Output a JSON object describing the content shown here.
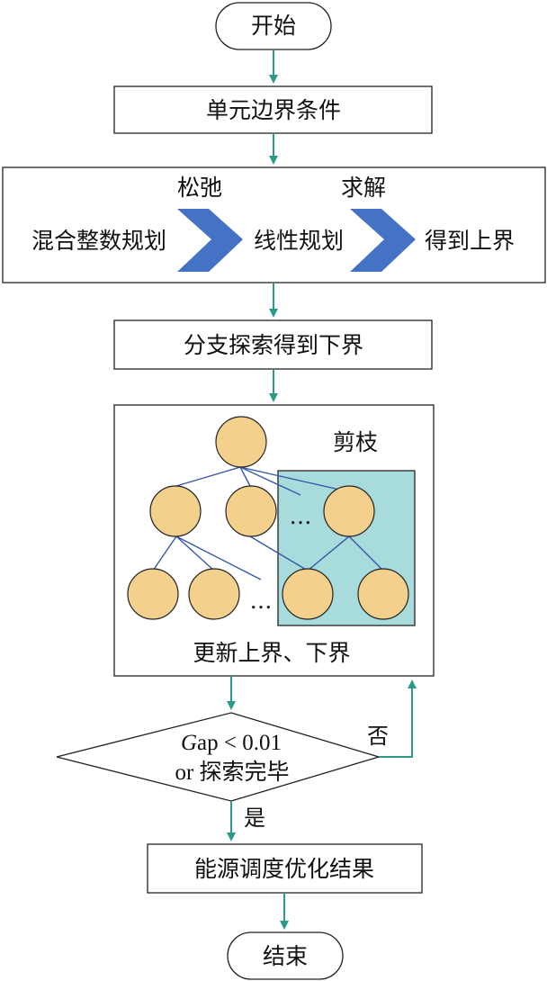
{
  "start": "开始",
  "boundary_conditions": "单元边界条件",
  "relax_label": "松弛",
  "solve_label": "求解",
  "milp": "混合整数规划",
  "lp": "线性规划",
  "upper_bound": "得到上界",
  "branch_search": "分支探索得到下界",
  "prune_label": "剪枝",
  "ellipsis": "…",
  "update_bounds": "更新上界、下界",
  "decision": {
    "gap_italic": "G",
    "gap_rest": "ap < 0.01",
    "line2": "or 探索完毕"
  },
  "no_label": "否",
  "yes_label": "是",
  "result": "能源调度优化结果",
  "end": "结束",
  "colors": {
    "flow_arrow": "#2a9a8a",
    "chevron": "#4472c4",
    "tree_node": "#f3d08c",
    "prune_region": "#a8dcdc",
    "tree_edge": "#3558a8"
  }
}
